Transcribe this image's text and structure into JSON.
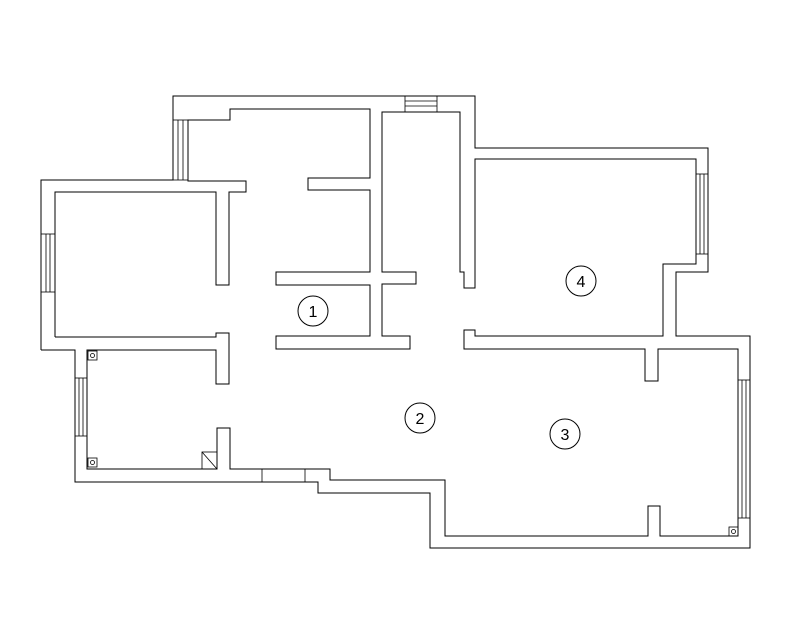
{
  "floor_plan": {
    "room_labels": [
      {
        "id": "room-1",
        "text": "1"
      },
      {
        "id": "room-2",
        "text": "2"
      },
      {
        "id": "room-3",
        "text": "3"
      },
      {
        "id": "room-4",
        "text": "4"
      }
    ],
    "colors": {
      "line": "#000000",
      "background": "#ffffff"
    }
  }
}
